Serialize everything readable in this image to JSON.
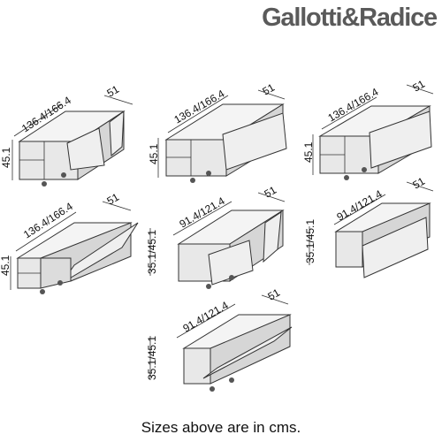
{
  "brand": {
    "name": "Gallotti&Radice"
  },
  "caption": "Sizes above are in cms.",
  "units": [
    {
      "id": "u1",
      "width": "136.4/166.4",
      "depth": "51",
      "height": "45.1",
      "variant": "two-doors-drawers"
    },
    {
      "id": "u2",
      "width": "136.4/166.4",
      "depth": "51",
      "height": "45.1",
      "variant": "drawers-flap"
    },
    {
      "id": "u3",
      "width": "136.4/166.4",
      "depth": "51",
      "height": "45.1",
      "variant": "drawers-flap"
    },
    {
      "id": "u4",
      "width": "136.4/166.4",
      "depth": "51",
      "height": "45.1",
      "variant": "drawers-drop-flap"
    },
    {
      "id": "u5",
      "width": "91.4/121.4",
      "depth": "51",
      "height": "35.1/45.1",
      "variant": "two-doors"
    },
    {
      "id": "u6",
      "width": "91.4/121.4",
      "depth": "51",
      "height": "35.1/45.1",
      "variant": "flap"
    },
    {
      "id": "u7",
      "width": "91.4/121.4",
      "depth": "51",
      "height": "35.1/45.1",
      "variant": "drop-flap"
    }
  ]
}
